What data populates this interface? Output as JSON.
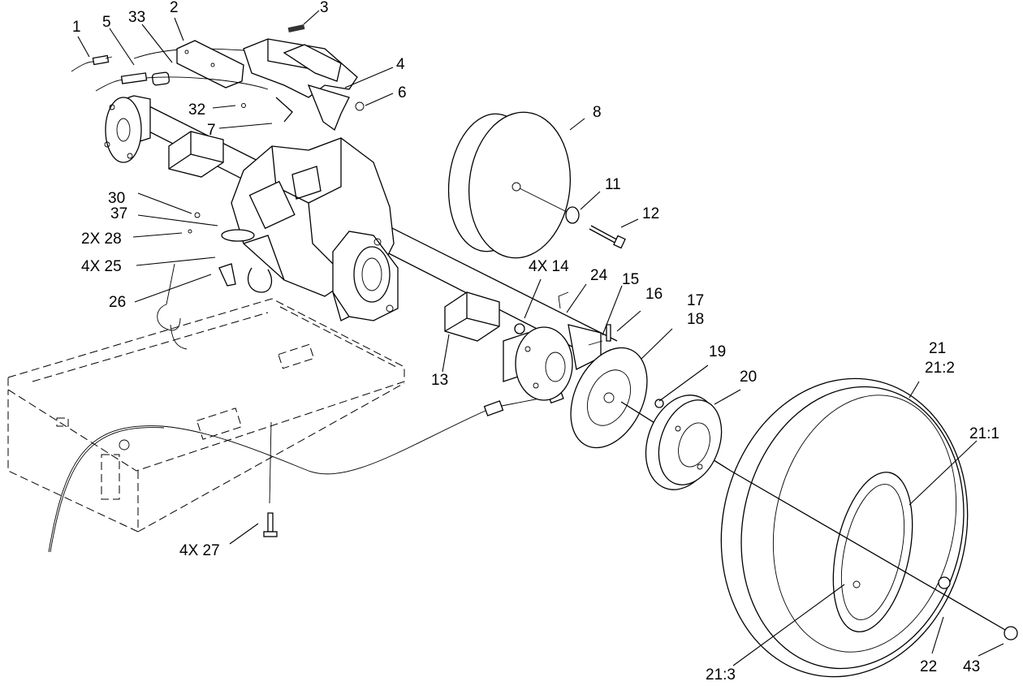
{
  "callouts": {
    "c1": "1",
    "c5": "5",
    "c33": "33",
    "c2": "2",
    "c3": "3",
    "c4": "4",
    "c6": "6",
    "c32": "32",
    "c7": "7",
    "c8": "8",
    "c11": "11",
    "c12": "12",
    "c30": "30",
    "c37": "37",
    "c28": "2X 28",
    "c25": "4X 25",
    "c26": "26",
    "c14": "4X 14",
    "c24": "24",
    "c15": "15",
    "c16": "16",
    "c17": "17",
    "c18": "18",
    "c19": "19",
    "c20": "20",
    "c13": "13",
    "c21": "21",
    "c21_2": "21:2",
    "c21_1": "21:1",
    "c27": "4X 27",
    "c21_3": "21:3",
    "c22": "22",
    "c43": "43"
  }
}
